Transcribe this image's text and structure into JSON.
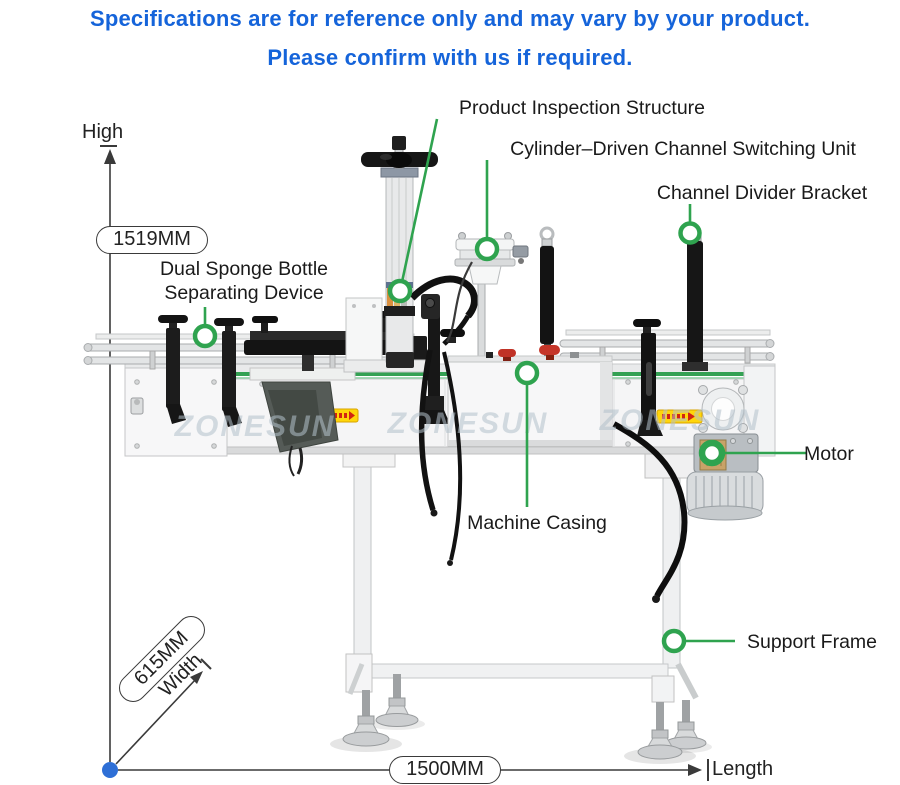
{
  "header": {
    "line1": "Specifications are for reference only and may vary by your product.",
    "line2": "Please confirm with us if required."
  },
  "dimensions": {
    "height": {
      "label": "High",
      "value": "1519MM"
    },
    "width": {
      "label": "Width",
      "value": "615MM"
    },
    "length": {
      "label": "Length",
      "value": "1500MM"
    }
  },
  "annotations": [
    {
      "id": "product-inspection",
      "label": "Product Inspection Structure"
    },
    {
      "id": "cylinder-switching-unit",
      "label": "Cylinder–Driven Channel Switching Unit"
    },
    {
      "id": "channel-divider-bracket",
      "label": "Channel Divider Bracket"
    },
    {
      "id": "sponge-separator",
      "label_line1": "Dual Sponge Bottle",
      "label_line2": "Separating Device"
    },
    {
      "id": "machine-casing",
      "label": "Machine Casing"
    },
    {
      "id": "motor",
      "label": "Motor"
    },
    {
      "id": "support-frame",
      "label": "Support Frame"
    }
  ],
  "watermark": "ZONESUN",
  "colors": {
    "header_blue": "#1564da",
    "leader_green": "#2fa34f",
    "origin_dot_blue": "#2e6fd6",
    "warning_yellow": "#ffd60a",
    "watermark_gray": "#b3c1cb"
  }
}
